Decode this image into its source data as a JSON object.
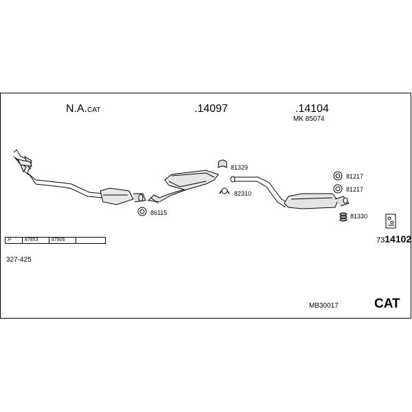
{
  "header": {
    "group1": {
      "main": "N.A.",
      "suffix": "CAT"
    },
    "group2": ".14097",
    "group3": {
      "main": ".14104",
      "sub": "MK  85074"
    }
  },
  "parts": {
    "p81329": "81329",
    "p82310": "82310",
    "p86115": "86115",
    "p81217a": "81217",
    "p81217b": "81217",
    "p81330": "81330"
  },
  "ref_table": [
    "λ¹",
    "87853",
    "87906",
    ""
  ],
  "code": {
    "prefix": "73",
    "main": "14102"
  },
  "range": "327-425",
  "kit_number": "MB30017",
  "cat_label": "CAT"
}
